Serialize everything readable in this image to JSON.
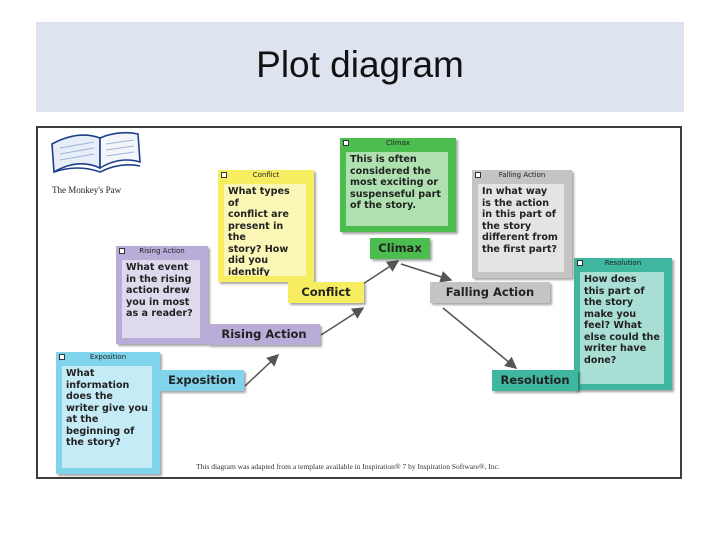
{
  "slide": {
    "title": "Plot diagram"
  },
  "diagram": {
    "book_caption": "The Monkey's Paw",
    "credit": "This diagram was adapted from a template available in Inspiration® 7 by Inspiration Software®, Inc.",
    "stages": {
      "exposition": {
        "header": "Exposition",
        "label": "Exposition",
        "question": "What\ninformation\ndoes the\nwriter give you\nat the\nbeginning of\nthe story?"
      },
      "rising_action": {
        "header": "Rising Action",
        "label": "Rising Action",
        "question": "What event\nin the rising\naction drew\nyou in most\nas a reader?"
      },
      "conflict": {
        "header": "Conflict",
        "label": "Conflict",
        "question": "What types of\nconflict are\npresent in the\nstory? How\ndid you\nidentify\nthem?"
      },
      "climax": {
        "header": "Climax",
        "label": "Climax",
        "question": "This is often\nconsidered the\nmost exciting or\nsuspenseful part\nof the story."
      },
      "falling_action": {
        "header": "Falling Action",
        "label": "Falling Action",
        "question": "In what way\nis the action\nin this part of\nthe story\ndifferent from\nthe first part?"
      },
      "resolution": {
        "header": "Resolution",
        "label": "Resolution",
        "question": "How does\nthis part of\nthe story\nmake you\nfeel? What\nelse could the\nwriter have\ndone?"
      }
    },
    "colors": {
      "exposition": "#7fd3ea",
      "rising_action": "#b9acd8",
      "conflict": "#f6ee60",
      "climax": "#4cbd4f",
      "falling_action": "#c4c4c4",
      "resolution": "#3fb79e",
      "arrow": "#555555"
    }
  }
}
